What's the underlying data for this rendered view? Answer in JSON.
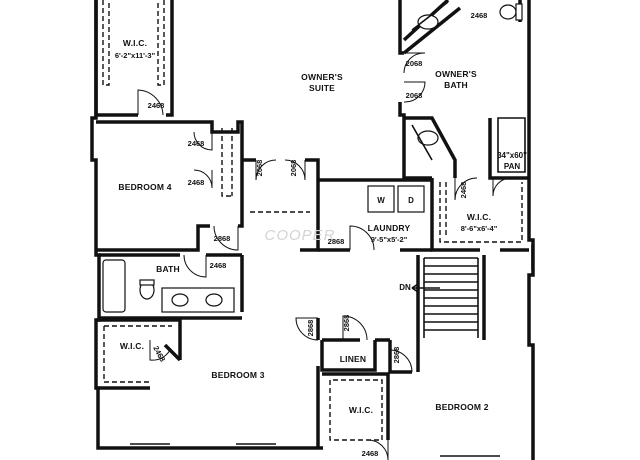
{
  "plan": {
    "watermark": "COOPER",
    "rooms": {
      "wic_owner": {
        "name": "W.I.C.",
        "size": "6'-2\"x11'-3\""
      },
      "owners_suite": {
        "line1": "OWNER'S",
        "line2": "SUITE"
      },
      "owners_bath": {
        "line1": "OWNER'S",
        "line2": "BATH"
      },
      "bedroom4": {
        "name": "BEDROOM 4"
      },
      "laundry": {
        "name": "LAUNDRY",
        "size": "9'-5\"x5'-2\""
      },
      "wic_bath": {
        "name": "W.I.C.",
        "size": "8'-6\"x6'-4\""
      },
      "bath": {
        "name": "BATH"
      },
      "wic_bed3": {
        "name": "W.I.C."
      },
      "bedroom3": {
        "name": "BEDROOM 3"
      },
      "linen": {
        "name": "LINEN"
      },
      "wic_bed2": {
        "name": "W.I.C."
      },
      "bedroom2": {
        "name": "BEDROOM 2"
      }
    },
    "shower": {
      "line1": "34\"x60\"",
      "line2": "PAN"
    },
    "appliances": {
      "washer": "W",
      "dryer": "D"
    },
    "stairs": {
      "label": "DN"
    },
    "doors": {
      "d_wic_owner": "2468",
      "d_bath_top": "2468",
      "d_bath_upper": "2068",
      "d_bath_lower": "2068",
      "d_suite_left": "2068",
      "d_suite_right": "2068",
      "d_bed4_closet_a": "2468",
      "d_bed4_closet_b": "2468",
      "d_bed4": "2868",
      "d_laundry": "2868",
      "d_wic_bath": "2468",
      "d_bath": "2468",
      "d_bed3_a": "2868",
      "d_bed3_b": "2868",
      "d_bed3_closet": "2468",
      "d_bed2": "2868",
      "d_wic_bed2": "2468"
    }
  }
}
